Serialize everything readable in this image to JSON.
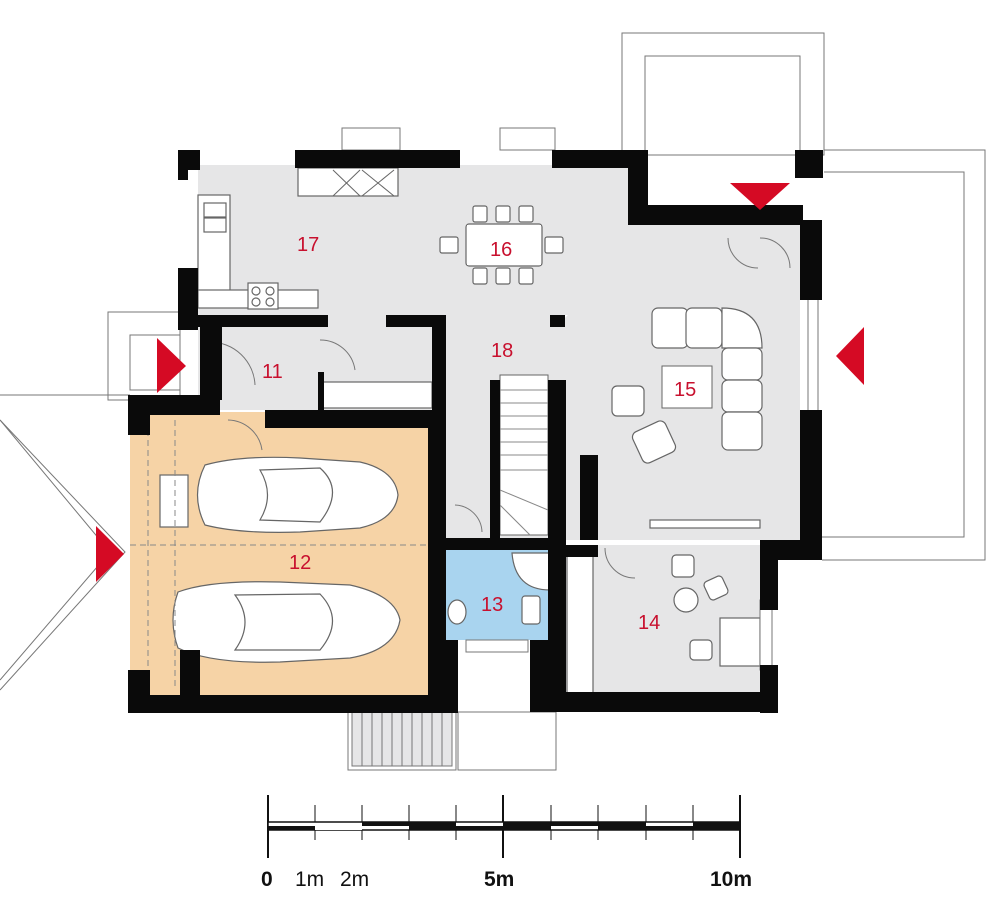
{
  "colors": {
    "wall": "#0a0a0a",
    "floor": "#e6e6e7",
    "garage_floor": "#f6d3a6",
    "bathroom_floor": "#a9d4ef",
    "room_number": "#c8102e",
    "entrance_arrow": "#d50a24"
  },
  "rooms": [
    {
      "number": "11"
    },
    {
      "number": "12"
    },
    {
      "number": "13"
    },
    {
      "number": "14"
    },
    {
      "number": "15"
    },
    {
      "number": "16"
    },
    {
      "number": "17"
    },
    {
      "number": "18"
    }
  ],
  "scale_bar": {
    "labels": [
      "0",
      "1m",
      "2m",
      "5m",
      "10m"
    ]
  },
  "icons": [
    "entrance-arrow-icon",
    "car-icon",
    "sofa-icon",
    "dining-table-icon",
    "stove-icon",
    "sink-icon",
    "toilet-icon",
    "desk-icon",
    "stairs-icon"
  ]
}
